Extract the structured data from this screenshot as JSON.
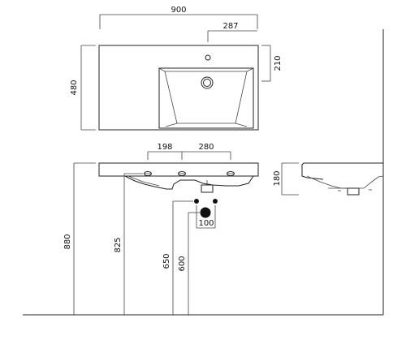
{
  "dimensions": {
    "width_total": "900",
    "faucet_offset": "287",
    "depth_total": "480",
    "bowl_depth": "210",
    "left_offset": "198",
    "hole_spacing": "280",
    "basin_height": "180",
    "mount_height": "880",
    "fixing_height": "825",
    "drain_height": "650",
    "water_height": "600",
    "water_spacing": "100"
  }
}
